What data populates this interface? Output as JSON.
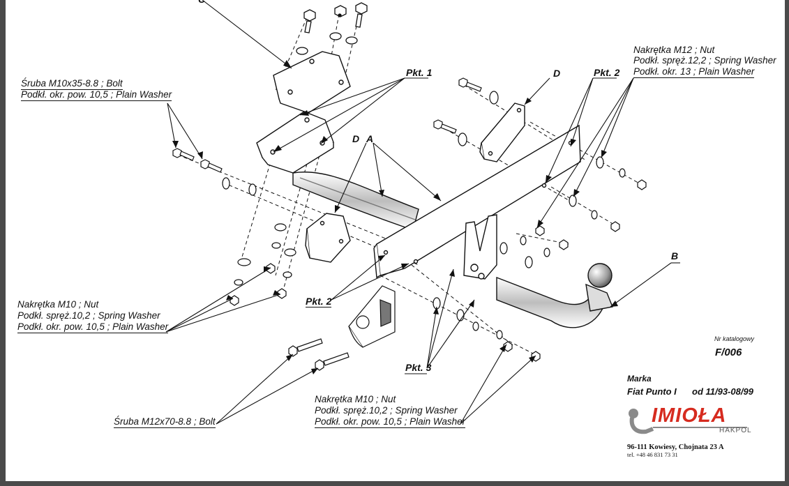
{
  "labels": {
    "bolt_m10": {
      "line1": "Śruba M10x35-8.8 ;  Bolt",
      "line2": "Podkł. okr. pow. 10,5 ; Plain Washer"
    },
    "nut_m12": {
      "line1": "Nakrętka  M12 ; Nut",
      "line2": "Podkł. spręż.12,2 ; Spring Washer",
      "line3": "Podkł. okr. 13 ; Plain Washer"
    },
    "nut_m10_left": {
      "line1": "Nakrętka  M10 ; Nut",
      "line2": "Podkł. spręż.10,2 ; Spring Washer",
      "line3": "Podkł. okr. pow. 10,5 ; Plain Washer"
    },
    "nut_m10_bottom": {
      "line1": "Nakrętka  M10 ; Nut",
      "line2": "Podkł. spręż.10,2 ; Spring Washer",
      "line3": "Podkł. okr. pow. 10,5 ; Plain Washer"
    },
    "bolt_m12": "Śruba M12x70-8.8 ;  Bolt",
    "pkt1": "Pkt. 1",
    "pkt2_top": "Pkt. 2",
    "pkt2_left": "Pkt. 2",
    "pkt3": "Pkt. 3",
    "letter_a": "A",
    "letter_b": "B",
    "letter_c": "C",
    "letter_d_top": "D",
    "letter_d_mid": "D"
  },
  "catalog": {
    "caption": "Nr katalogowy",
    "number": "F/006"
  },
  "vehicle": {
    "caption": "Marka",
    "model": "Fiat Punto I",
    "years": "od 11/93-08/99"
  },
  "company": {
    "brand": "IMIOŁA",
    "sub": "HAKPOL",
    "address": "96-111 Kowiesy, Chojnata 23 A",
    "phone": "tel. +48 46 831 73 31",
    "brand_color": "#d62b1f",
    "logo_icon": "tow-hook-logo-icon"
  }
}
